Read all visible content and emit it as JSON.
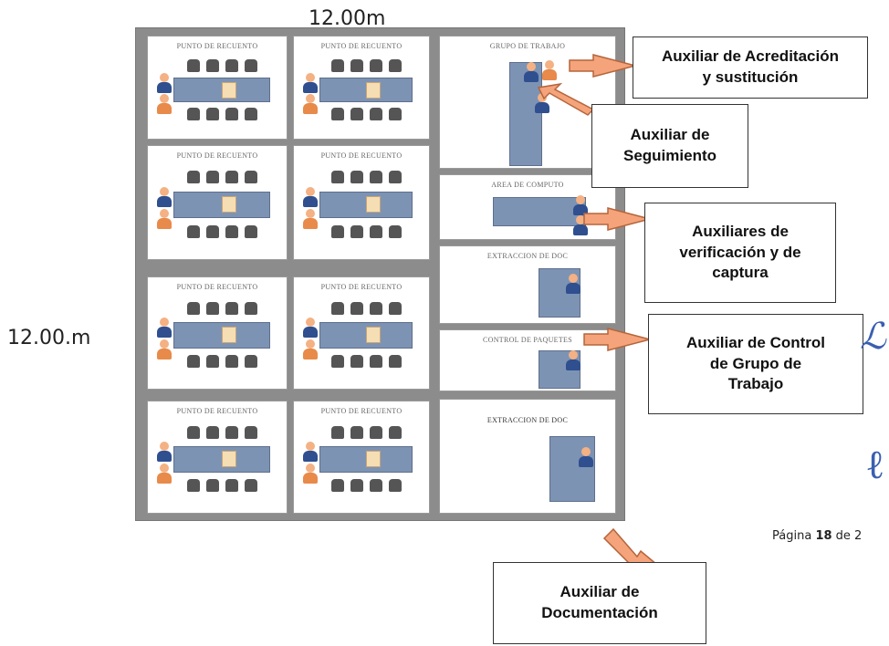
{
  "dimensions": {
    "top": "12.00m",
    "left": "12.00.m"
  },
  "cells": [
    {
      "title": "PUNTO DE RECUENTO"
    },
    {
      "title": "PUNTO DE RECUENTO"
    },
    {
      "title": "PUNTO DE RECUENTO"
    },
    {
      "title": "PUNTO DE RECUENTO"
    },
    {
      "title": "PUNTO DE RECUENTO"
    },
    {
      "title": "PUNTO DE RECUENTO"
    },
    {
      "title": "PUNTO DE RECUENTO"
    },
    {
      "title": "PUNTO DE RECUENTO"
    },
    {
      "title": "GRUPO DE TRABAJO"
    },
    {
      "title": "AREA DE COMPUTO"
    },
    {
      "title": "EXTRACCION DE DOC"
    },
    {
      "title": "CONTROL DE PAQUETES"
    },
    {
      "title": "EXTRACCION DE DOC"
    }
  ],
  "callouts": {
    "acreditacion": "Auxiliar de Acreditación\ny sustitución",
    "seguimiento": "Auxiliar de\nSeguimiento",
    "verificacion": "Auxiliares de\nverificación y de\ncaptura",
    "control": "Auxiliar de Control\nde Grupo de\nTrabajo",
    "documentacion": "Auxiliar de\nDocumentación"
  },
  "footer": {
    "prefix": "Página ",
    "page": "18",
    "suffix": " de 2"
  },
  "colors": {
    "floor": "#8c8c8c",
    "arrow": "#f4a37a",
    "table": "#7d93b4",
    "chairs": "#555555"
  }
}
